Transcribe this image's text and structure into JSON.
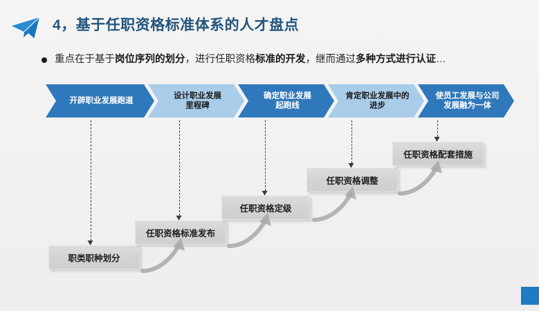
{
  "slide": {
    "title": "4，基于任职资格标准体系的人才盘点",
    "logo_icon": "paper-plane-icon",
    "accent_color": "#1e7bc4",
    "title_color": "#23557c",
    "bullet": {
      "marker": "bullet-dot",
      "segments": [
        {
          "text": "重点在于基于",
          "bold": false
        },
        {
          "text": "岗位序列的划分",
          "bold": true
        },
        {
          "text": "，进行任职资格",
          "bold": false
        },
        {
          "text": "标准的开发",
          "bold": true
        },
        {
          "text": "，继而通过",
          "bold": false
        },
        {
          "text": "多种方式进行认证",
          "bold": true
        },
        {
          "text": "…",
          "bold": false
        }
      ]
    }
  },
  "chevrons": {
    "dark_color": "#2f78bb",
    "light_color": "#a9cce9",
    "items": [
      {
        "label": "开辟职业发展跑道",
        "style": "dark",
        "lines": [
          "开辟职业发展跑道"
        ]
      },
      {
        "label": "设计职业发展里程碑",
        "style": "light",
        "lines": [
          "设计职业发展",
          "里程碑"
        ]
      },
      {
        "label": "确定职业发展起跑线",
        "style": "dark",
        "lines": [
          "确定职业发展",
          "起跑线"
        ]
      },
      {
        "label": "肯定职业发展中的进步",
        "style": "light",
        "lines": [
          "肯定职业发展中的",
          "进步"
        ]
      },
      {
        "label": "使员工发展与公司发展融为一体",
        "style": "dark",
        "lines": [
          "使员工发展与公司",
          "发展融为一体"
        ]
      }
    ]
  },
  "steps": {
    "box_color": "#d3d3d3",
    "items": [
      {
        "label": "职类职种划分"
      },
      {
        "label": "任职资格标准发布"
      },
      {
        "label": "任职资格定级"
      },
      {
        "label": "任职资格调整"
      },
      {
        "label": "任职资格配套措施"
      }
    ]
  }
}
